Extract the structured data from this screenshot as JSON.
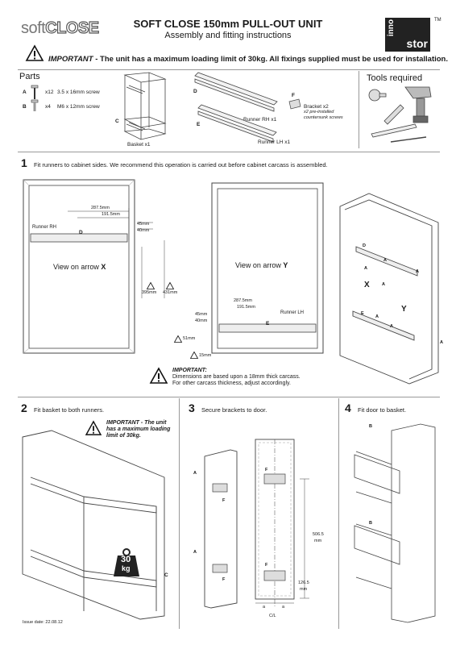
{
  "header": {
    "logo_soft": "soft",
    "logo_close": "CLOSE",
    "title": "SOFT CLOSE 150mm PULL-OUT UNIT",
    "subtitle": "Assembly and fitting instructions",
    "brand_vertical": "inno",
    "brand_horizontal": "stor",
    "trademark": "TM"
  },
  "warning": {
    "label": "IMPORTANT",
    "text": " - The unit has a maximum loading limit of 30kg.  All fixings supplied must be used for installation."
  },
  "parts": {
    "title": "Parts",
    "tools_title": "Tools required",
    "items": [
      {
        "letter": "A",
        "qty": "x12",
        "desc": "3.5 x 16mm screw"
      },
      {
        "letter": "B",
        "qty": "x4",
        "desc": "M6 x 12mm screw"
      }
    ],
    "basket_letter": "C",
    "basket_label": "Basket x1",
    "runner_rh_letter": "D",
    "runner_rh_label": "Runner RH x1",
    "runner_lh_letter": "E",
    "runner_lh_label": "Runner LH x1",
    "bracket_letter": "F",
    "bracket_label": "Bracket x2",
    "bracket_note1": "x2 pre-installed",
    "bracket_note2": "countersunk screws"
  },
  "step1": {
    "num": "1",
    "text": "Fit runners to cabinet sides. We recommend this operation is carried out before cabinet carcass is assembled.",
    "view_x": "View on arrow",
    "view_x_letter": "X",
    "view_y": "View on arrow",
    "view_y_letter": "Y",
    "dim_2875": "287.5mm",
    "dim_1915": "191.5mm",
    "dim_45": "45mm",
    "dim_40": "40mm",
    "dim_395": "395mm",
    "dim_431": "431mm",
    "dim_51": "51mm",
    "dim_15": "15mm",
    "runner_rh": "Runner RH",
    "runner_lh": "Runner LH",
    "letter_d": "D",
    "letter_e": "E",
    "letter_a": "A",
    "letter_x": "X",
    "letter_y": "Y",
    "important_label": "IMPORTANT:",
    "important_line1": "Dimensions are based upon a 18mm thick carcass.",
    "important_line2": "For other carcass thickness, adjust accordingly."
  },
  "step2": {
    "num": "2",
    "text": "Fit basket to both runners.",
    "important_line1": "IMPORTANT - The unit",
    "important_line2": "has a maximum loading",
    "important_line3": "limit of 30kg.",
    "weight": "30",
    "weight_unit": "kg",
    "letter_c": "C"
  },
  "step3": {
    "num": "3",
    "text": "Secure brackets to door.",
    "letter_a": "A",
    "letter_f": "F",
    "dim_5065": "506.5",
    "dim_1265": "126.5",
    "unit_mm": "mm",
    "cl": "C/L",
    "half": "a"
  },
  "step4": {
    "num": "4",
    "text": "Fit door to basket.",
    "letter_b": "B"
  },
  "footer": {
    "issue": "Issue date: 22.08.12"
  }
}
